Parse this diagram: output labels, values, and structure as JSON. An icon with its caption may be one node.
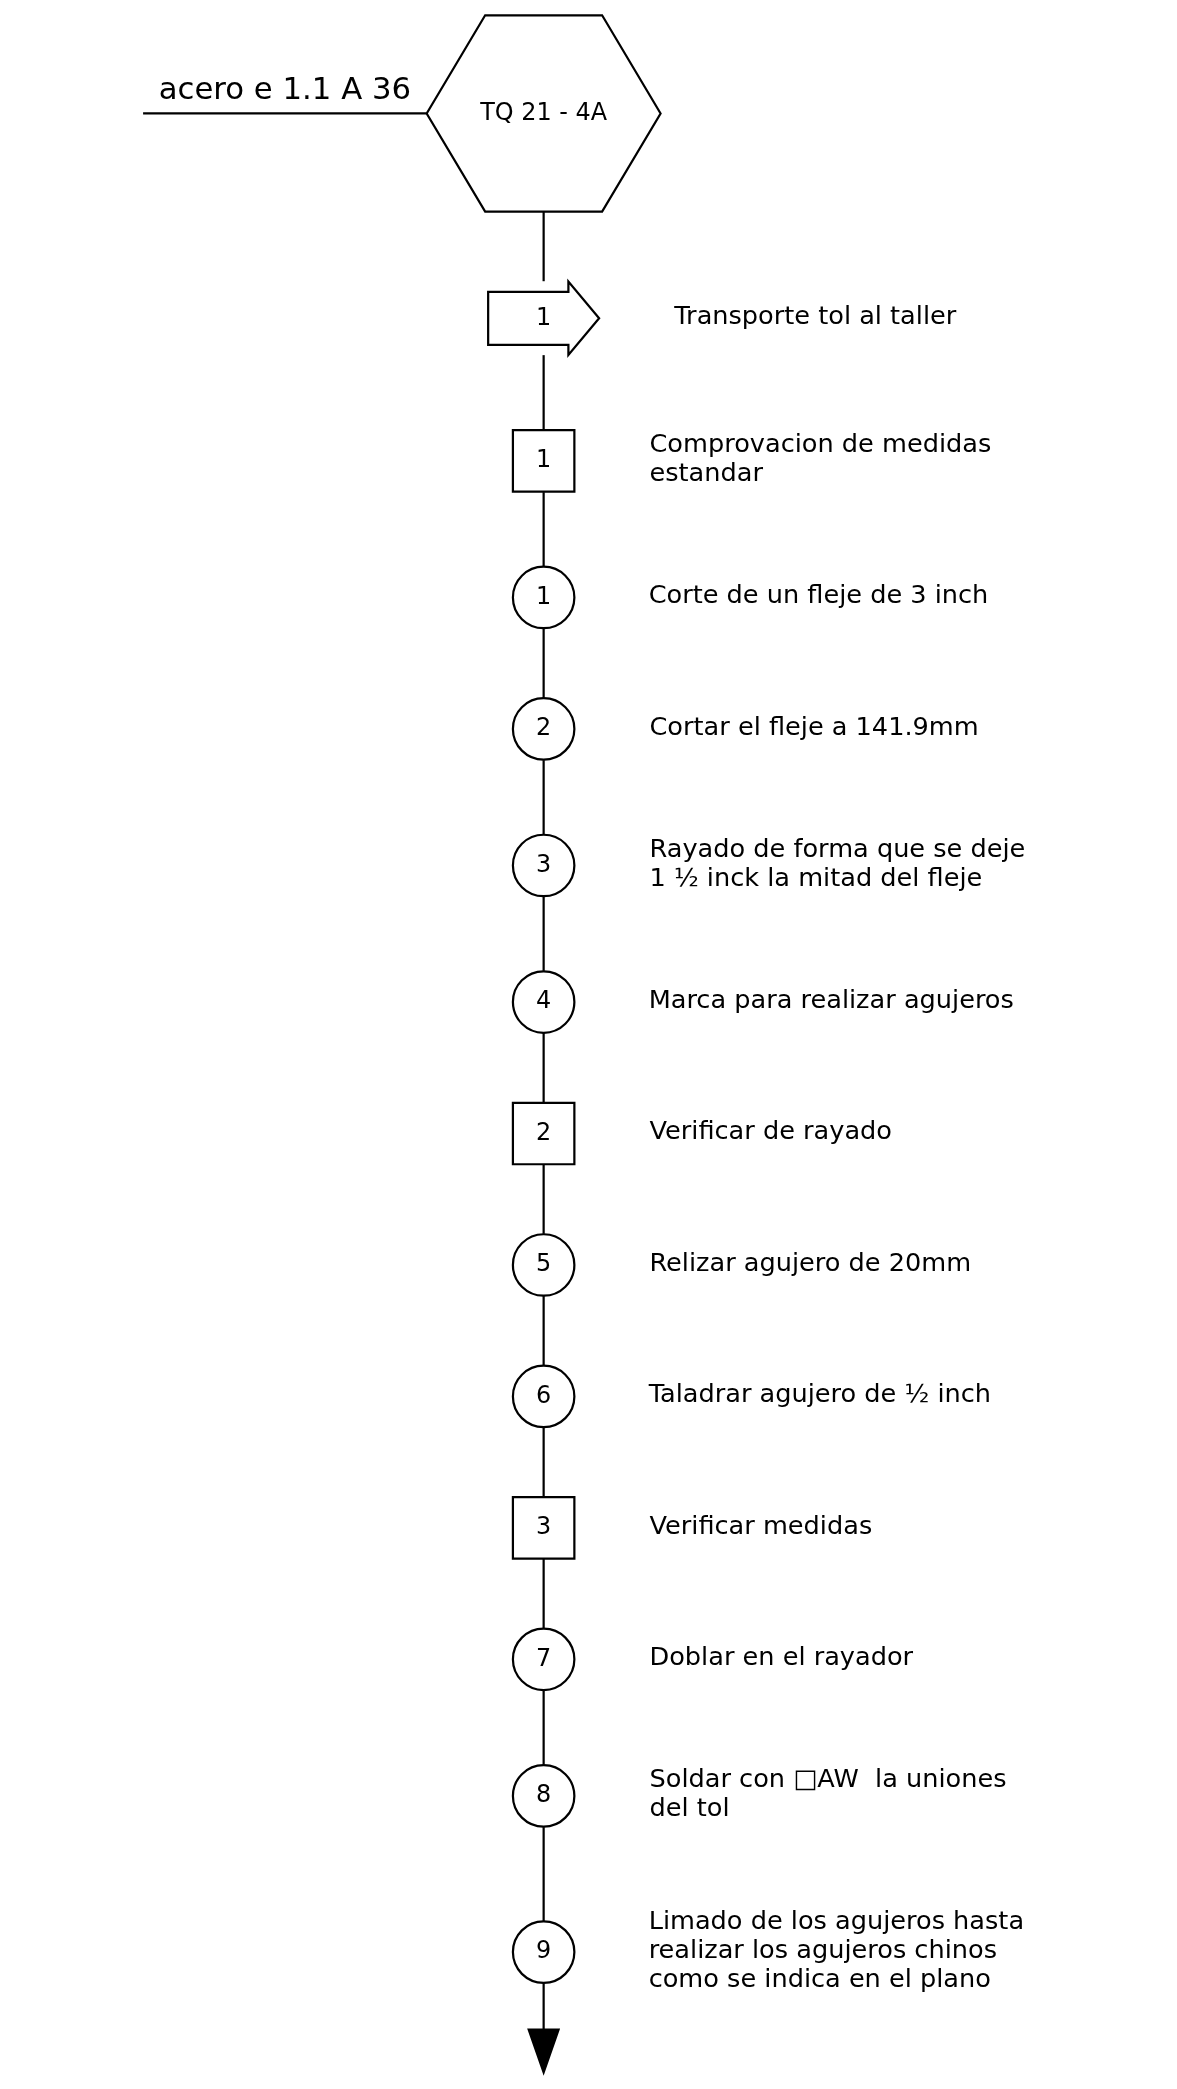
{
  "diagram": {
    "nodes": [
      {
        "text": [
          "TQ 21 - 4A"
        ]
      },
      {
        "text": [
          "1"
        ],
        "beside": [
          "Transporte tol al taller"
        ]
      },
      {
        "text": [
          "1"
        ],
        "beside": [
          "Comprovacion de medidas estandar"
        ]
      },
      {
        "text": [
          "1"
        ],
        "beside": [
          "Corte de un fleje de 3 inch"
        ]
      },
      {
        "text": [
          "2"
        ],
        "beside": [
          "Cortar el fleje a 141.9mm"
        ]
      },
      {
        "text": [
          "3"
        ],
        "beside": [
          "Rayado de forma que se deje 1 ½ inck la mitad del fleje"
        ]
      },
      {
        "text": [
          "4"
        ],
        "beside": [
          "Marca para realizar agujeros"
        ]
      },
      {
        "text": [
          "2"
        ],
        "beside": [
          "Verificar de rayado"
        ]
      },
      {
        "text": [
          "5"
        ],
        "beside": [
          "Relizar agujero de 20mm"
        ]
      },
      {
        "text": [
          "6"
        ],
        "beside": [
          "Taladrar agujero de ½ inch"
        ]
      },
      {
        "text": [
          "3"
        ],
        "beside": [
          "Verificar medidas"
        ]
      },
      {
        "text": [
          "7"
        ],
        "beside": [
          "Doblar en el rayador"
        ]
      },
      {
        "text": [
          "8"
        ],
        "beside": [
          "Soldar con □AW  la uniones del tol"
        ]
      },
      {
        "text": [
          "9"
        ],
        "beside": [
          "Limado de los agujeros hasta realizar los agujeros chinos como se indica en el plano"
        ]
      }
    ],
    "edges": [
      {
        "from": null,
        "to": 0,
        "arrow": "none",
        "label": "acero e 1.1 A 36"
      },
      {
        "from": 0,
        "to": 1,
        "arrow": "none"
      },
      {
        "from": 1,
        "to": 2,
        "arrow": "none"
      },
      {
        "from": 2,
        "to": 3,
        "arrow": "none"
      },
      {
        "from": 3,
        "to": 4,
        "arrow": "none"
      },
      {
        "from": 4,
        "to": 5,
        "arrow": "none"
      },
      {
        "from": 5,
        "to": 6,
        "arrow": "none"
      },
      {
        "from": 6,
        "to": 7,
        "arrow": "none"
      },
      {
        "from": 7,
        "to": 8,
        "arrow": "none"
      },
      {
        "from": 8,
        "to": 9,
        "arrow": "none"
      },
      {
        "from": 9,
        "to": 10,
        "arrow": "none"
      },
      {
        "from": 10,
        "to": 11,
        "arrow": "none"
      },
      {
        "from": 11,
        "to": 12,
        "arrow": "none"
      },
      {
        "from": 12,
        "to": 13,
        "arrow": "none"
      },
      {
        "from": 13,
        "to": null,
        "arrow": "to"
      }
    ]
  }
}
